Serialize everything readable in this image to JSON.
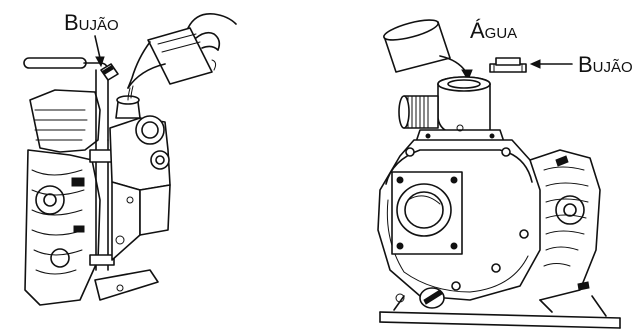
{
  "labels": {
    "left_plug": "Bujão",
    "right_water": "Água",
    "right_plug": "Bujão"
  }
}
